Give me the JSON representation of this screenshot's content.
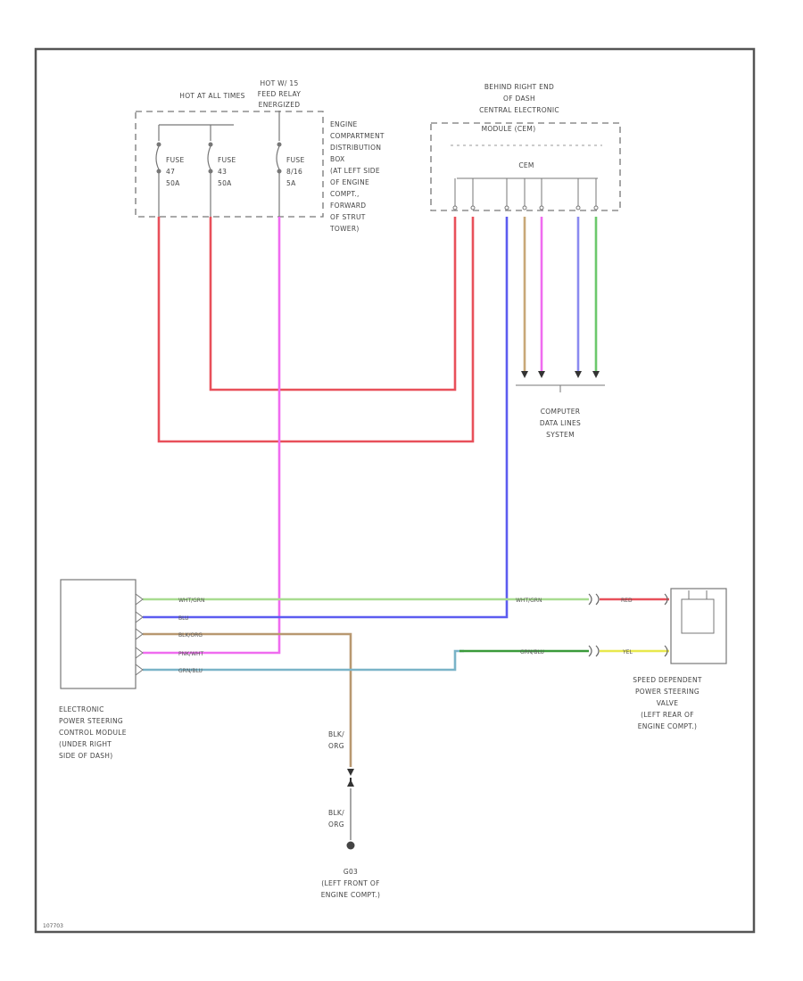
{
  "fuse_box": {
    "hot_at_all_times": "HOT AT ALL TIMES",
    "hot_run": [
      "HOT W/ 15",
      "FEED RELAY",
      "ENERGIZED"
    ],
    "fuses": [
      [
        "FUSE",
        "47",
        "50A"
      ],
      [
        "FUSE",
        "43",
        "50A"
      ],
      [
        "FUSE",
        "8/16",
        "5A"
      ]
    ],
    "location": [
      "ENGINE",
      "COMPARTMENT",
      "DISTRIBUTION",
      "BOX",
      "(AT LEFT SIDE",
      "OF ENGINE",
      "COMPT.,",
      "FORWARD",
      "OF STRUT",
      "TOWER)"
    ]
  },
  "cem": {
    "location": [
      "BEHIND RIGHT END",
      "OF DASH",
      "CENTRAL ELECTRONIC"
    ],
    "module": "MODULE (CEM)",
    "name": "CEM"
  },
  "computer_data_lines": [
    "COMPUTER",
    "DATA LINES",
    "SYSTEM"
  ],
  "epsc_module": {
    "label": [
      "ELECTRONIC",
      "POWER STEERING",
      "CONTROL MODULE",
      "(UNDER RIGHT",
      "SIDE OF DASH)"
    ],
    "wires": [
      "WHT/GRN",
      "BLU",
      "BLK/ORG",
      "PNK/WHT",
      "GRN/BLU"
    ]
  },
  "valve": {
    "label": [
      "SPEED DEPENDENT",
      "POWER STEERING",
      "VALVE",
      "(LEFT REAR OF",
      "ENGINE COMPT.)"
    ],
    "wire_red": "RED",
    "wire_yel": "YEL",
    "wire_whtgrn": "WHT/GRN",
    "wire_grnblu": "GRN/BLU"
  },
  "ground": {
    "wire_upper": [
      "BLK/",
      "ORG"
    ],
    "wire_lower": [
      "BLK/",
      "ORG"
    ],
    "name": "G03",
    "location": [
      "(LEFT FRONT OF",
      "ENGINE COMPT.)"
    ]
  },
  "diagram_id": "107703",
  "colors": {
    "red": "#e8505a",
    "magenta": "#f06cf0",
    "blue": "#5c5cf0",
    "green": "#8ccc6c",
    "tan": "#b89870",
    "teal": "#7ab4c8",
    "darkgreen": "#3a9a3a",
    "yellow": "#e8e84c",
    "frame": "#555555"
  }
}
